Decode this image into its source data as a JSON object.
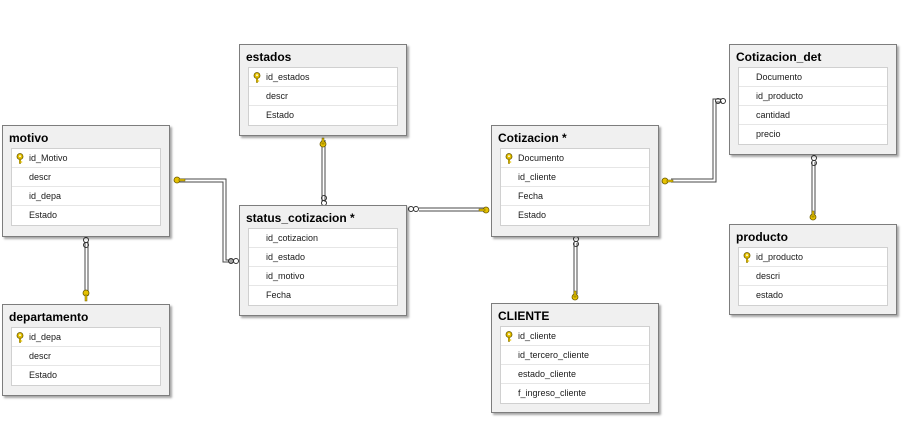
{
  "diagram": {
    "entities": [
      {
        "id": "motivo",
        "title": "motivo",
        "fields": [
          {
            "name": "id_Motivo",
            "key": true
          },
          {
            "name": "descr",
            "key": false
          },
          {
            "name": "id_depa",
            "key": false
          },
          {
            "name": "Estado",
            "key": false
          }
        ]
      },
      {
        "id": "departamento",
        "title": "departamento",
        "fields": [
          {
            "name": "id_depa",
            "key": true
          },
          {
            "name": "descr",
            "key": false
          },
          {
            "name": "Estado",
            "key": false
          }
        ]
      },
      {
        "id": "estados",
        "title": "estados",
        "fields": [
          {
            "name": "id_estados",
            "key": true
          },
          {
            "name": "descr",
            "key": false
          },
          {
            "name": "Estado",
            "key": false
          }
        ]
      },
      {
        "id": "status_cotizacion",
        "title": "status_cotizacion *",
        "fields": [
          {
            "name": "id_cotizacion",
            "key": false
          },
          {
            "name": "id_estado",
            "key": false
          },
          {
            "name": "id_motivo",
            "key": false
          },
          {
            "name": "Fecha",
            "key": false
          }
        ]
      },
      {
        "id": "cotizacion",
        "title": "Cotizacion *",
        "fields": [
          {
            "name": "Documento",
            "key": true
          },
          {
            "name": "id_cliente",
            "key": false
          },
          {
            "name": "Fecha",
            "key": false
          },
          {
            "name": "Estado",
            "key": false
          }
        ]
      },
      {
        "id": "cliente",
        "title": "CLIENTE",
        "fields": [
          {
            "name": "id_cliente",
            "key": true
          },
          {
            "name": "id_tercero_cliente",
            "key": false
          },
          {
            "name": "estado_cliente",
            "key": false
          },
          {
            "name": "f_ingreso_cliente",
            "key": false
          }
        ]
      },
      {
        "id": "cotizacion_det",
        "title": "Cotizacion_det",
        "fields": [
          {
            "name": "Documento",
            "key": false
          },
          {
            "name": "id_producto",
            "key": false
          },
          {
            "name": "cantidad",
            "key": false
          },
          {
            "name": "precio",
            "key": false
          }
        ]
      },
      {
        "id": "producto",
        "title": "producto",
        "fields": [
          {
            "name": "id_producto",
            "key": true
          },
          {
            "name": "descri",
            "key": false
          },
          {
            "name": "estado",
            "key": false
          }
        ]
      }
    ],
    "relationships": [
      {
        "from": "motivo",
        "to": "status_cotizacion",
        "one_end": "motivo",
        "many_end": "status_cotizacion"
      },
      {
        "from": "departamento",
        "to": "motivo",
        "one_end": "departamento",
        "many_end": "motivo"
      },
      {
        "from": "estados",
        "to": "status_cotizacion",
        "one_end": "estados",
        "many_end": "status_cotizacion"
      },
      {
        "from": "cotizacion",
        "to": "status_cotizacion",
        "one_end": "cotizacion",
        "many_end": "status_cotizacion"
      },
      {
        "from": "cliente",
        "to": "cotizacion",
        "one_end": "cliente",
        "many_end": "cotizacion"
      },
      {
        "from": "cotizacion",
        "to": "cotizacion_det",
        "one_end": "cotizacion",
        "many_end": "cotizacion_det"
      },
      {
        "from": "producto",
        "to": "cotizacion_det",
        "one_end": "producto",
        "many_end": "cotizacion_det"
      }
    ],
    "colors": {
      "background": "#ffffff",
      "table_bg": "#f0f0f0",
      "key_icon": "#e6c200",
      "line": "#4a4a4a"
    }
  }
}
